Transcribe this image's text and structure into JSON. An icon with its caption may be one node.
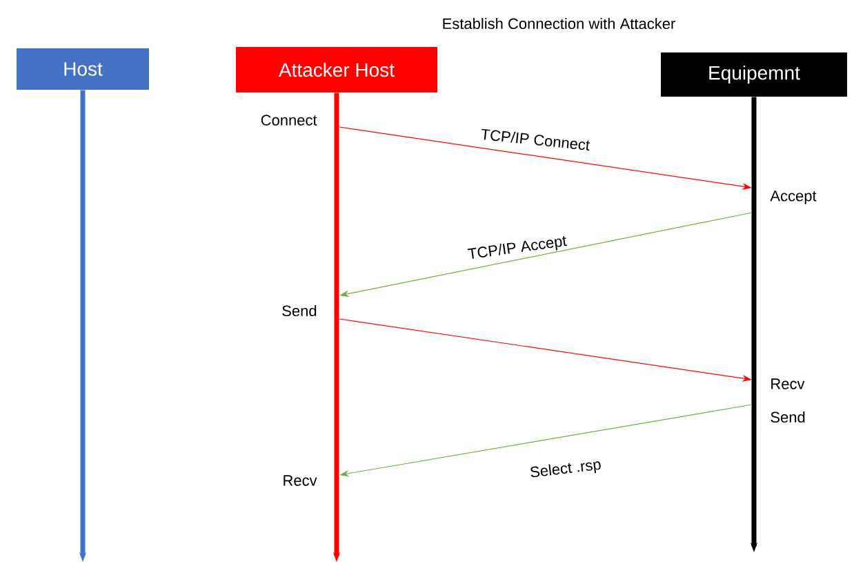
{
  "diagram": {
    "title": "Establish Connection with Attacker",
    "nodes": [
      {
        "text": [
          "Host"
        ]
      },
      {
        "text": [
          "Attacker Host"
        ]
      },
      {
        "text": [
          "Equipemnt"
        ]
      },
      {
        "text": [
          "Connect"
        ]
      },
      {
        "text": [
          "Accept"
        ]
      },
      {
        "text": [
          "Send"
        ]
      },
      {
        "text": [
          "Recv"
        ]
      },
      {
        "text": [
          "Send"
        ]
      },
      {
        "text": [
          "Recv"
        ]
      }
    ],
    "edges": [
      {
        "from": 0,
        "to": null,
        "arrow": "to",
        "style": "thick",
        "color": "#4472c4"
      },
      {
        "from": 1,
        "to": null,
        "arrow": "to",
        "style": "thick",
        "color": "#ff0000"
      },
      {
        "from": 2,
        "to": null,
        "arrow": "to",
        "style": "thick",
        "color": "#000000"
      },
      {
        "from": 3,
        "to": 4,
        "arrow": "to",
        "label": "TCP/IP Connect",
        "color": "#ff0000"
      },
      {
        "from": 4,
        "to": 5,
        "arrow": "to",
        "label": "TCP/IP Accept",
        "color": "#70ad47"
      },
      {
        "from": 5,
        "to": 6,
        "arrow": "to",
        "color": "#ff0000"
      },
      {
        "from": 7,
        "to": 8,
        "arrow": "to",
        "label": "Select  .rsp",
        "color": "#70ad47"
      }
    ]
  }
}
